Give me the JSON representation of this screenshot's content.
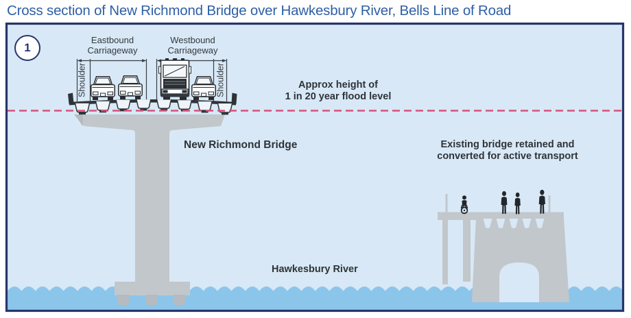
{
  "title": "Cross section of New Richmond Bridge over Hawkesbury River, Bells Line of Road",
  "marker": {
    "number": "1"
  },
  "diagram": {
    "carriageway_east": "Eastbound Carriageway",
    "carriageway_west": "Westbound Carriageway",
    "shoulder_left": "Shoulder",
    "shoulder_right": "Shoulder",
    "flood_label_line1": "Approx height of",
    "flood_label_line2": "1 in 20 year flood level",
    "new_bridge_label": "New Richmond Bridge",
    "existing_bridge_label_line1": "Existing bridge retained and",
    "existing_bridge_label_line2": "converted for active transport",
    "river_label": "Hawkesbury River"
  },
  "colors": {
    "title_blue": "#2E5FA5",
    "frame_navy": "#27356B",
    "panel_light_blue": "#D8E8F6",
    "water_blue": "#8CC5EA",
    "structure_gray": "#C2C7CB",
    "structure_gray_dark": "#B5BBC0",
    "flood_line_pink": "#D6527C",
    "label_dark": "#2E3338"
  }
}
